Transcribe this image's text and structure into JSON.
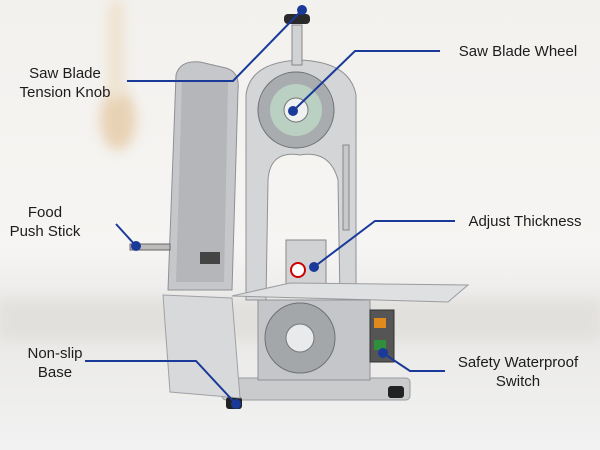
{
  "callouts": {
    "tension_knob": {
      "line1": "Saw Blade",
      "line2": "Tension Knob"
    },
    "saw_blade_wheel": {
      "line1": "Saw Blade Wheel"
    },
    "food_push_stick": {
      "line1": "Food",
      "line2": "Push Stick"
    },
    "adjust_thickness": {
      "line1": "Adjust Thickness"
    },
    "non_slip_base": {
      "line1": "Non-slip",
      "line2": "Base"
    },
    "safety_switch": {
      "line1": "Safety Waterproof",
      "line2": "Switch"
    }
  },
  "colors": {
    "callout_line": "#1a3a9a"
  }
}
